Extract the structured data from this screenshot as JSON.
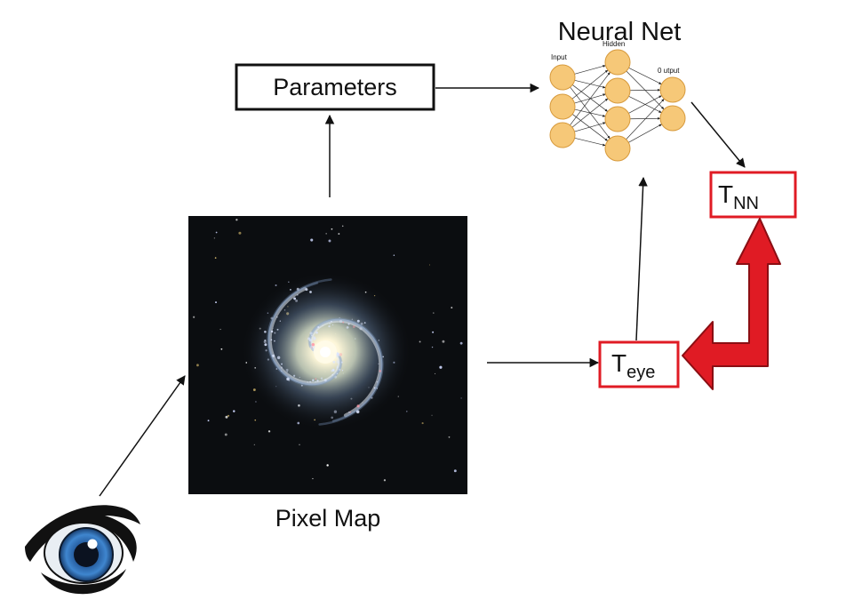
{
  "neural_net": {
    "title": "Neural Net",
    "input_label": "Input",
    "hidden_label": "Hidden",
    "output_label": "0 utput"
  },
  "parameters_box": {
    "label": "Parameters"
  },
  "pixel_map": {
    "caption": "Pixel Map"
  },
  "t_eye": {
    "base": "T",
    "subscript": "eye"
  },
  "t_nn": {
    "base": "T",
    "subscript": "NN"
  },
  "colors": {
    "highlight_red": "#e01b24",
    "node_fill": "#f6c878",
    "node_stroke": "#d79a3c",
    "eye_iris": "#2f6fb5"
  },
  "icons": [
    "eye-icon",
    "galaxy-image",
    "neural-network-graphic",
    "double-headed-arrow"
  ]
}
